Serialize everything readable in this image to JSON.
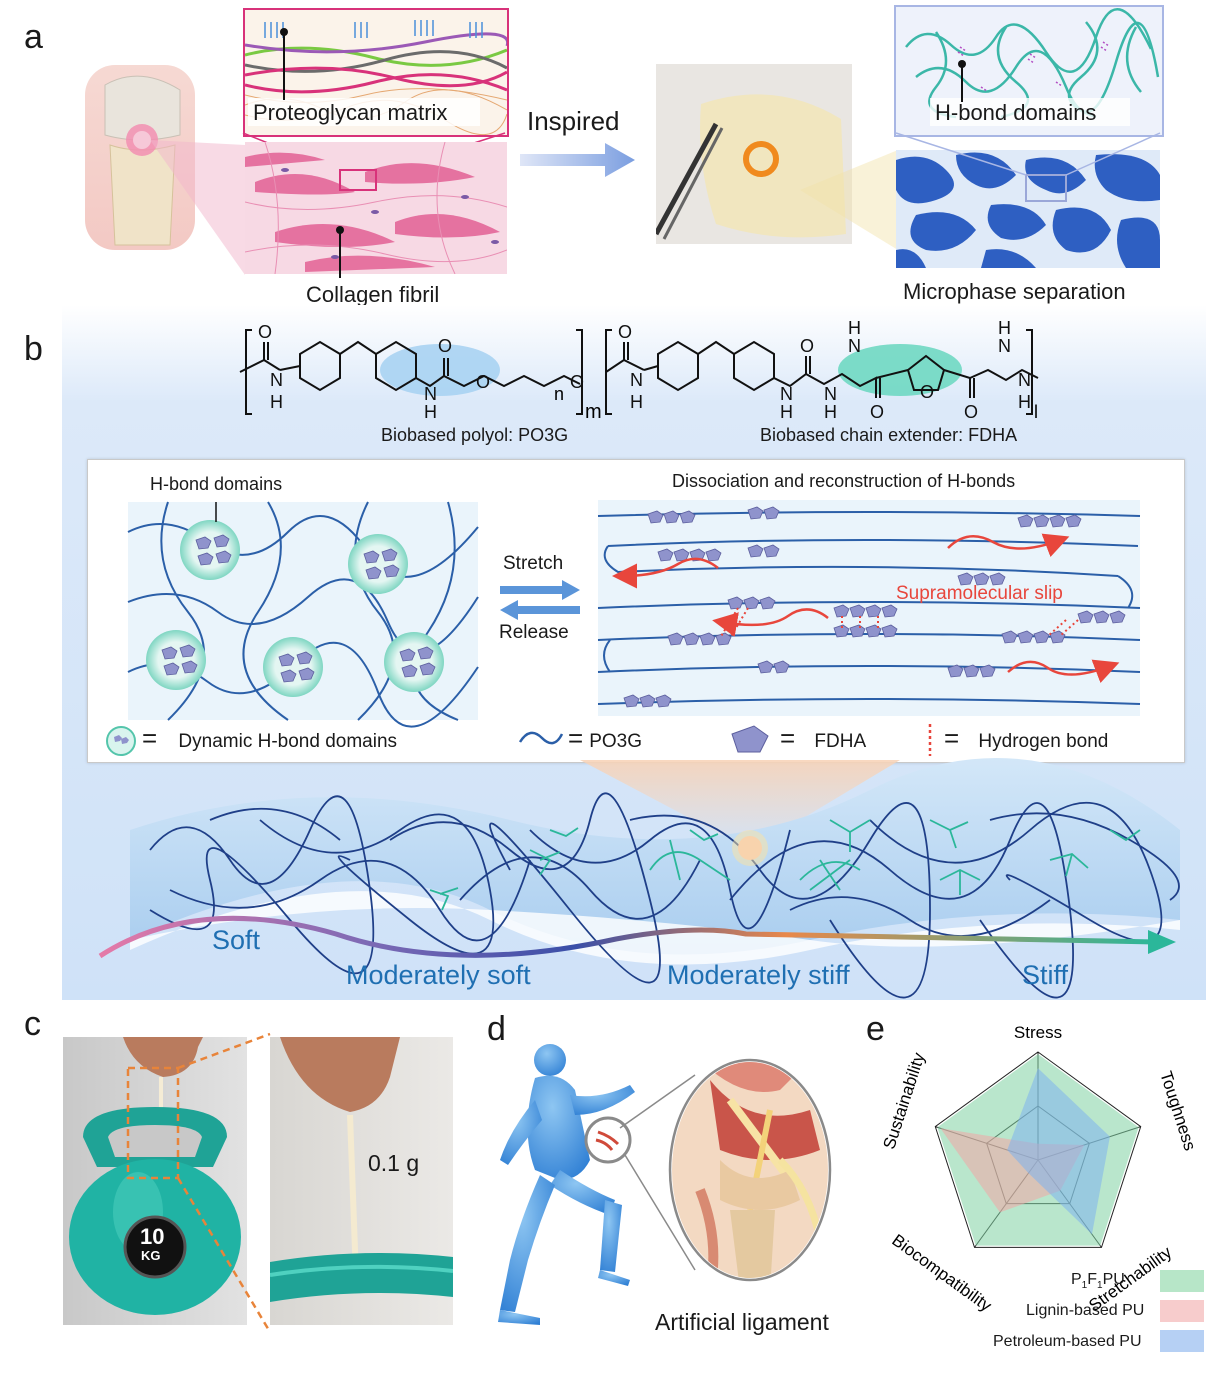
{
  "panels": {
    "a": {
      "letter": "a",
      "proteoglycan_label": "Proteoglycan matrix",
      "collagen_label": "Collagen fibril",
      "inspired_label": "Inspired",
      "hbond_label": "H-bond domains",
      "microphase_label": "Microphase separation"
    },
    "b": {
      "letter": "b",
      "subscript_n": "n",
      "subscript_m": "m",
      "subscript_l": "l",
      "polyol_label": "Biobased polyol: PO3G",
      "extender_label": "Biobased chain extender: FDHA",
      "hbond_domains_label": "H-bond domains",
      "dissociation_label": "Dissociation and reconstruction of H-bonds",
      "stretch_label": "Stretch",
      "release_label": "Release",
      "slip_label": "Supramolecular  slip",
      "legend": {
        "dynamic": "Dynamic H-bond domains",
        "po3g": "PO3G",
        "fdha": "FDHA",
        "hbond": "Hydrogen bond"
      },
      "gradient": {
        "soft": "Soft",
        "moderately_soft": "Moderately soft",
        "moderately_stiff": "Moderately stiff",
        "stiff": "Stiff"
      }
    },
    "c": {
      "letter": "c",
      "weight_label": "0.1 g",
      "kettlebell_top": "10",
      "kettlebell_bottom": "KG"
    },
    "d": {
      "letter": "d",
      "ligament_label": "Artificial ligament"
    },
    "e": {
      "letter": "e"
    }
  },
  "chart_data": {
    "type": "radar",
    "axes": [
      "Stress",
      "Toughness",
      "Stretchability",
      "Biocompatibility",
      "Sustainability"
    ],
    "max": 1.0,
    "series": [
      {
        "name": "P1F1PU",
        "name_main": "P",
        "sub1": "1",
        "mid": "F",
        "sub2": "1",
        "tail": "PU",
        "values": [
          0.98,
          0.98,
          0.98,
          0.98,
          0.98
        ],
        "color": "#7fd1a3"
      },
      {
        "name": "Lignin-based PU",
        "values": [
          0.15,
          0.45,
          0.35,
          0.6,
          0.95
        ],
        "color": "#f2a6a6"
      },
      {
        "name": "Petroleum-based PU",
        "values": [
          0.85,
          0.7,
          0.85,
          0.15,
          0.3
        ],
        "color": "#7fb2ef"
      }
    ]
  },
  "colors": {
    "polymer_blue": "#2b5fa8",
    "fdha_purple": "#8f93cc",
    "slip_red": "#e8463c",
    "teal": "#2bb79a",
    "text_blue": "#1f6fb2"
  }
}
